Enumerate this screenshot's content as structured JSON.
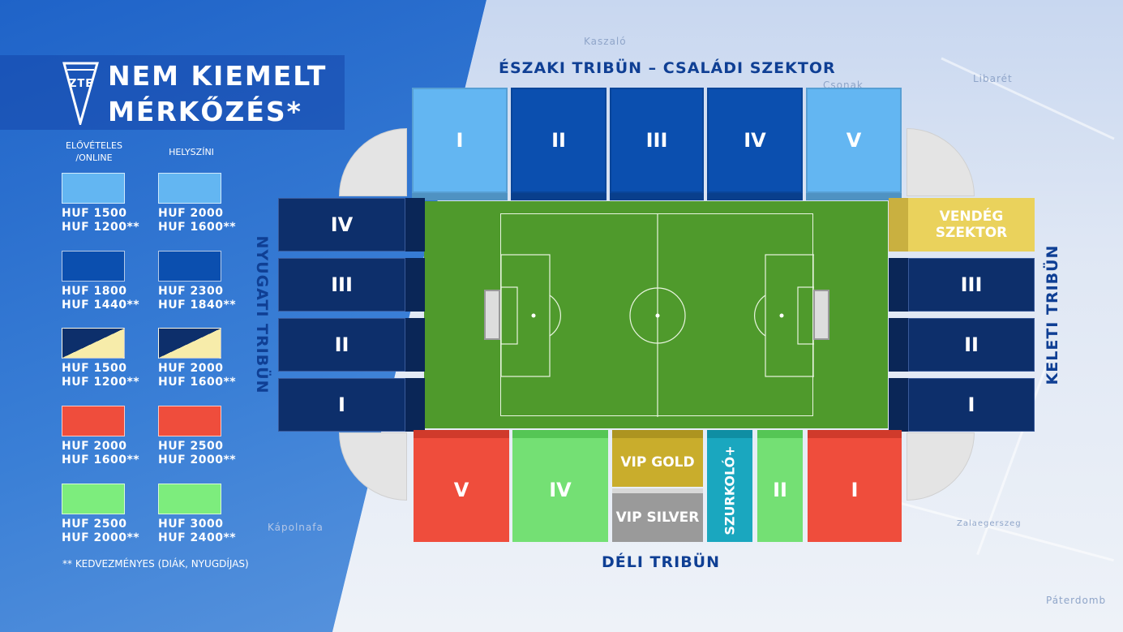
{
  "title": "NEM KIEMELT\nMÉRKŐZÉS*",
  "logo": {
    "text": "ZTE",
    "color": "#ffffff"
  },
  "legend": {
    "headers": {
      "presale": "ELŐVÉTELES\n/ONLINE",
      "onsite": "HELYSZÍNI"
    },
    "rows": [
      {
        "color": "#63b6f2",
        "presale": "HUF 1500\nHUF 1200**",
        "onsite": "HUF 2000\nHUF 1600**"
      },
      {
        "color": "#0b4faf",
        "presale": "HUF 1800\nHUF 1440**",
        "onsite": "HUF 2300\nHUF 1840**"
      },
      {
        "color": "split-navy-yellow",
        "presale": "HUF 1500\nHUF 1200**",
        "onsite": "HUF 2000\nHUF 1600**"
      },
      {
        "color": "#ef4d3c",
        "presale": "HUF 2000\nHUF 1600**",
        "onsite": "HUF 2500\nHUF 2000**"
      },
      {
        "color": "#7ded7d",
        "presale": "HUF 2500\nHUF 2000**",
        "onsite": "HUF 3000\nHUF 2400**"
      }
    ],
    "footnote": "** KEDVEZMÉNYES (DIÁK, NYUGDÍJAS)"
  },
  "stands": {
    "north": {
      "label": "ÉSZAKI TRIBÜN – CSALÁDI SZEKTOR",
      "sectors": [
        "I",
        "II",
        "III",
        "IV",
        "V"
      ]
    },
    "west": {
      "label": "NYUGATI TRIBÜN",
      "sectors": [
        "IV",
        "III",
        "II",
        "I"
      ]
    },
    "east": {
      "label": "KELETI TRIBÜN",
      "guest": "VENDÉG\nSZEKTOR",
      "sectors": [
        "III",
        "II",
        "I"
      ]
    },
    "south": {
      "label": "DÉLI TRIBÜN",
      "sectors": {
        "v": "V",
        "iv": "IV",
        "vip_gold": "VIP GOLD",
        "vip_silver": "VIP SILVER",
        "szurkolo": "SZURKOLÓ+",
        "ii": "II",
        "i": "I"
      }
    }
  },
  "map_labels": [
    "Kaszaló",
    "Libarét",
    "Csonak",
    "Kápolnafa",
    "Páterdomb",
    "Zalaegerszeg"
  ],
  "colors": {
    "light_blue": "#63b6f2",
    "mid_blue": "#0b4faf",
    "navy": "#0d2f6b",
    "yellow": "#ead25c",
    "red": "#ef4d3c",
    "green": "#74e074",
    "gold": "#c9ad2c",
    "silver": "#9a9a9a",
    "teal": "#1aa7bf",
    "pitch": "#4f9a2c"
  }
}
